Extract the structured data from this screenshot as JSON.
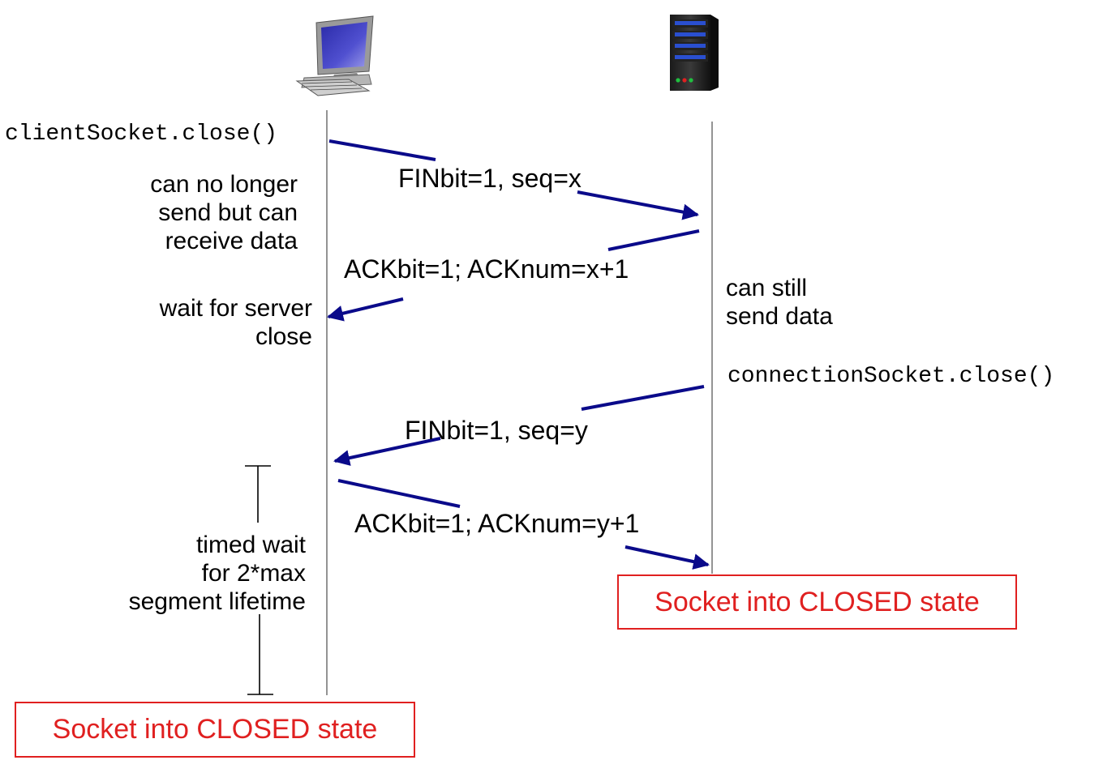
{
  "colors": {
    "arrow": "#0a0a8a",
    "timeline": "#7a7a7a",
    "closed_state": "#e02020"
  },
  "icons": {
    "client": "desktop-computer-icon",
    "server": "server-tower-icon"
  },
  "client": {
    "call": "clientSocket.close()",
    "note_after_fin": [
      "can no longer",
      "send but can",
      "receive data"
    ],
    "note_wait": [
      "wait for server",
      "close"
    ],
    "note_timed_wait": [
      "timed wait",
      "for 2*max",
      "segment lifetime"
    ],
    "closed_state": "Socket into CLOSED state"
  },
  "server": {
    "note_still_send": [
      "can still",
      "send data"
    ],
    "call": "connectionSocket.close()",
    "closed_state": "Socket into CLOSED state"
  },
  "messages": [
    {
      "label": "FINbit=1, seq=x",
      "from": "client",
      "to": "server"
    },
    {
      "label": "ACKbit=1; ACKnum=x+1",
      "from": "server",
      "to": "client"
    },
    {
      "label": "FINbit=1, seq=y",
      "from": "server",
      "to": "client"
    },
    {
      "label": "ACKbit=1; ACKnum=y+1",
      "from": "client",
      "to": "server"
    }
  ]
}
